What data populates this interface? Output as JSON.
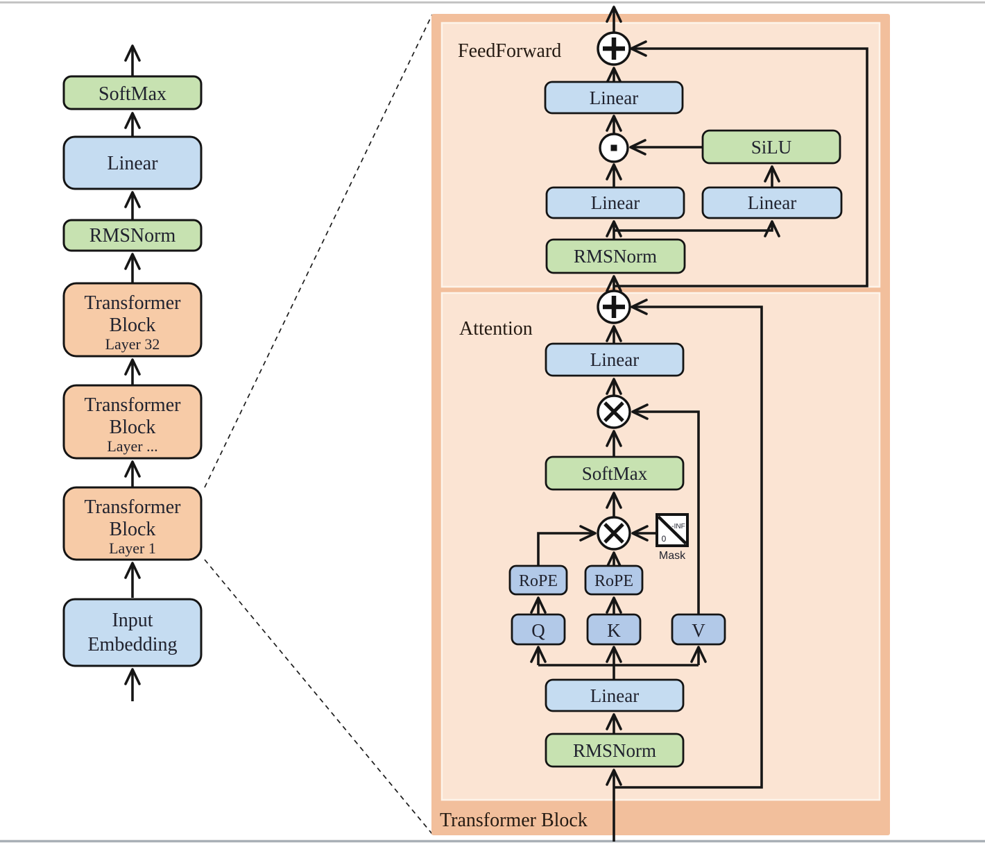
{
  "colors": {
    "green": "#c7e2b1",
    "blue": "#c5dcf1",
    "blue_deep": "#b2c9e8",
    "orange": "#f7cba7",
    "panel_outer": "#f2bf9c",
    "panel_inner": "#fbe4d3",
    "line": "#161616"
  },
  "left": {
    "softmax": "SoftMax",
    "linear": "Linear",
    "rmsnorm": "RMSNorm",
    "tb32": {
      "l1": "Transformer",
      "l2": "Block",
      "l3": "Layer 32"
    },
    "tbmid": {
      "l1": "Transformer",
      "l2": "Block",
      "l3": "Layer ..."
    },
    "tb1": {
      "l1": "Transformer",
      "l2": "Block",
      "l3": "Layer 1"
    },
    "input": {
      "l1": "Input",
      "l2": "Embedding"
    }
  },
  "panel": {
    "label": "Transformer Block",
    "ff": {
      "label": "FeedForward",
      "linear_out": "Linear",
      "silu": "SiLU",
      "linear_left": "Linear",
      "linear_right": "Linear",
      "rmsnorm": "RMSNorm"
    },
    "attn": {
      "label": "Attention",
      "linear_out": "Linear",
      "softmax": "SoftMax",
      "rope_q": "RoPE",
      "rope_k": "RoPE",
      "q": "Q",
      "k": "K",
      "v": "V",
      "mask": {
        "neg": "-INF",
        "zero": "0",
        "label": "Mask"
      },
      "linear_in": "Linear",
      "rmsnorm": "RMSNorm"
    },
    "icons": {
      "residual_add": "plus-circle",
      "matmul": "multiply-circle",
      "elementwise": "dot-circle",
      "mask": "causal-mask-square"
    }
  }
}
